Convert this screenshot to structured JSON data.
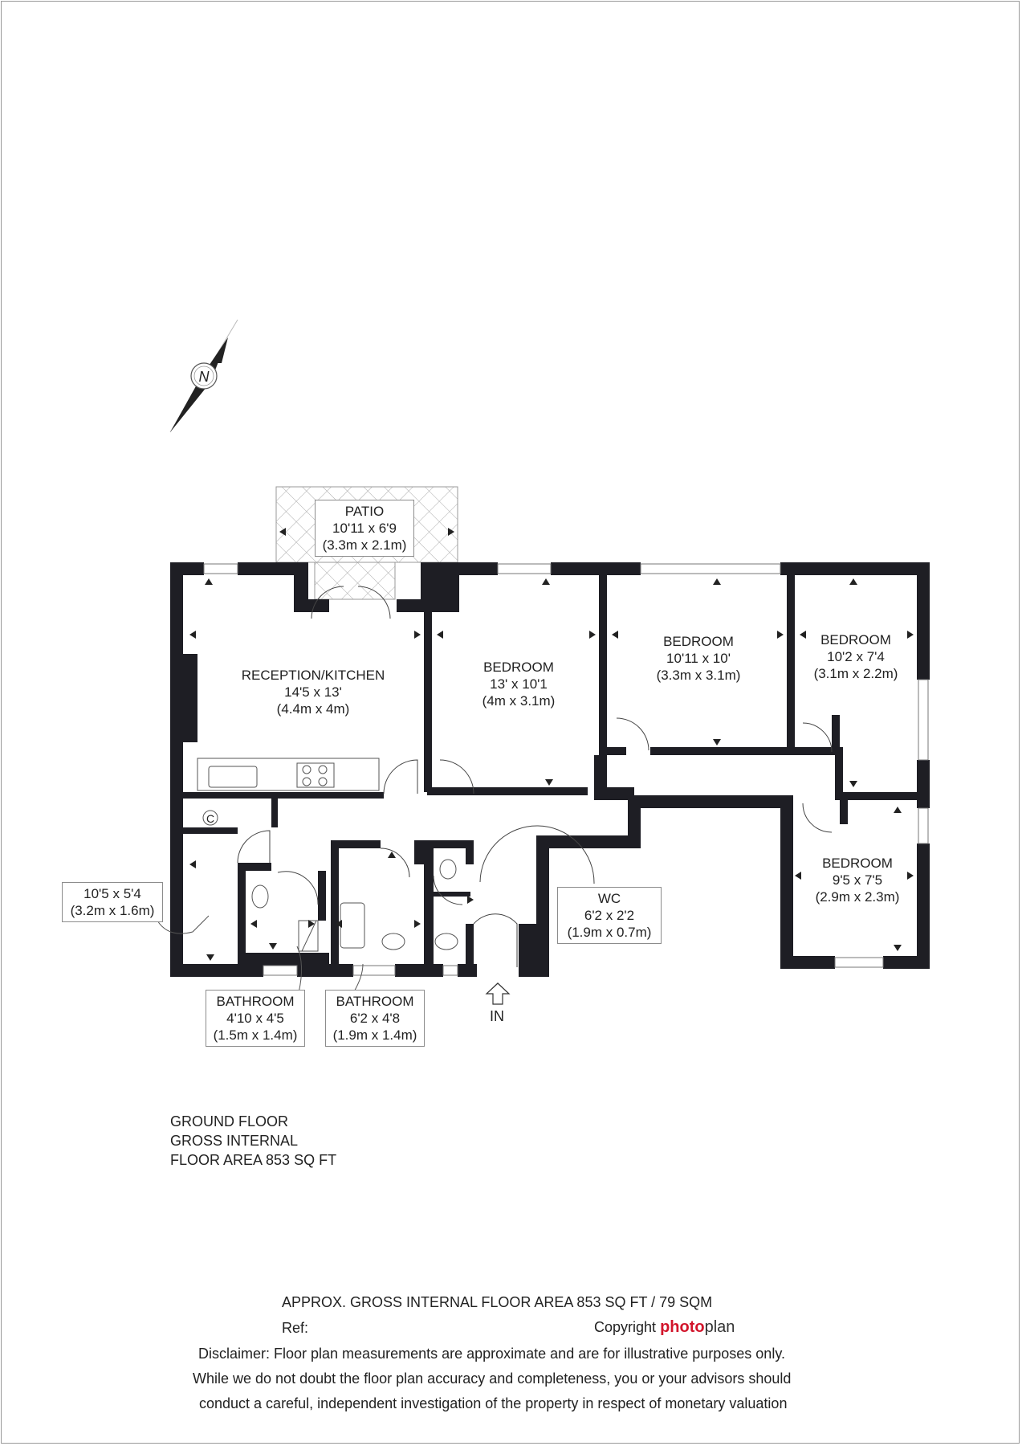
{
  "compass": {
    "letter": "N",
    "icon": "north-arrow-icon"
  },
  "rooms": {
    "patio": {
      "name": "PATIO",
      "imperial": "10'11 x 6'9",
      "metric": "(3.3m x 2.1m)"
    },
    "reception": {
      "name": "RECEPTION/KITCHEN",
      "imperial": "14'5 x 13'",
      "metric": "(4.4m x 4m)"
    },
    "bedroom1": {
      "name": "BEDROOM",
      "imperial": "13' x 10'1",
      "metric": "(4m x 3.1m)"
    },
    "bedroom2": {
      "name": "BEDROOM",
      "imperial": "10'11 x 10'",
      "metric": "(3.3m x 3.1m)"
    },
    "bedroom3": {
      "name": "BEDROOM",
      "imperial": "10'2 x 7'4",
      "metric": "(3.1m x 2.2m)"
    },
    "bedroom4": {
      "name": "BEDROOM",
      "imperial": "9'5 x 7'5",
      "metric": "(2.9m x 2.3m)"
    },
    "hall": {
      "imperial": "10'5 x 5'4",
      "metric": "(3.2m x 1.6m)"
    },
    "wc": {
      "name": "WC",
      "imperial": "6'2 x 2'2",
      "metric": "(1.9m x 0.7m)"
    },
    "bathroom1": {
      "name": "BATHROOM",
      "imperial": "4'10 x 4'5",
      "metric": "(1.5m x 1.4m)"
    },
    "bathroom2": {
      "name": "BATHROOM",
      "imperial": "6'2 x 4'8",
      "metric": "(1.9m x 1.4m)"
    }
  },
  "cupboard_label": "C",
  "entrance_label": "IN",
  "floor_info": [
    "GROUND FLOOR",
    "GROSS INTERNAL",
    "FLOOR AREA 853 SQ FT"
  ],
  "footer": {
    "area": "APPROX. GROSS INTERNAL FLOOR AREA 853 SQ FT / 79 SQM",
    "ref": "Ref:",
    "copyright": "Copyright",
    "brand_bold": "photo",
    "brand_light": "plan",
    "disclaimer": [
      "Disclaimer: Floor plan measurements are approximate and are for illustrative purposes only.",
      "While we do not doubt the floor plan accuracy and completeness, you or your advisors should",
      "conduct a careful, independent investigation of the property in respect of monetary valuation"
    ]
  },
  "colors": {
    "wall": "#1e1e24",
    "line": "#888888",
    "brand_red": "#d2152b"
  }
}
